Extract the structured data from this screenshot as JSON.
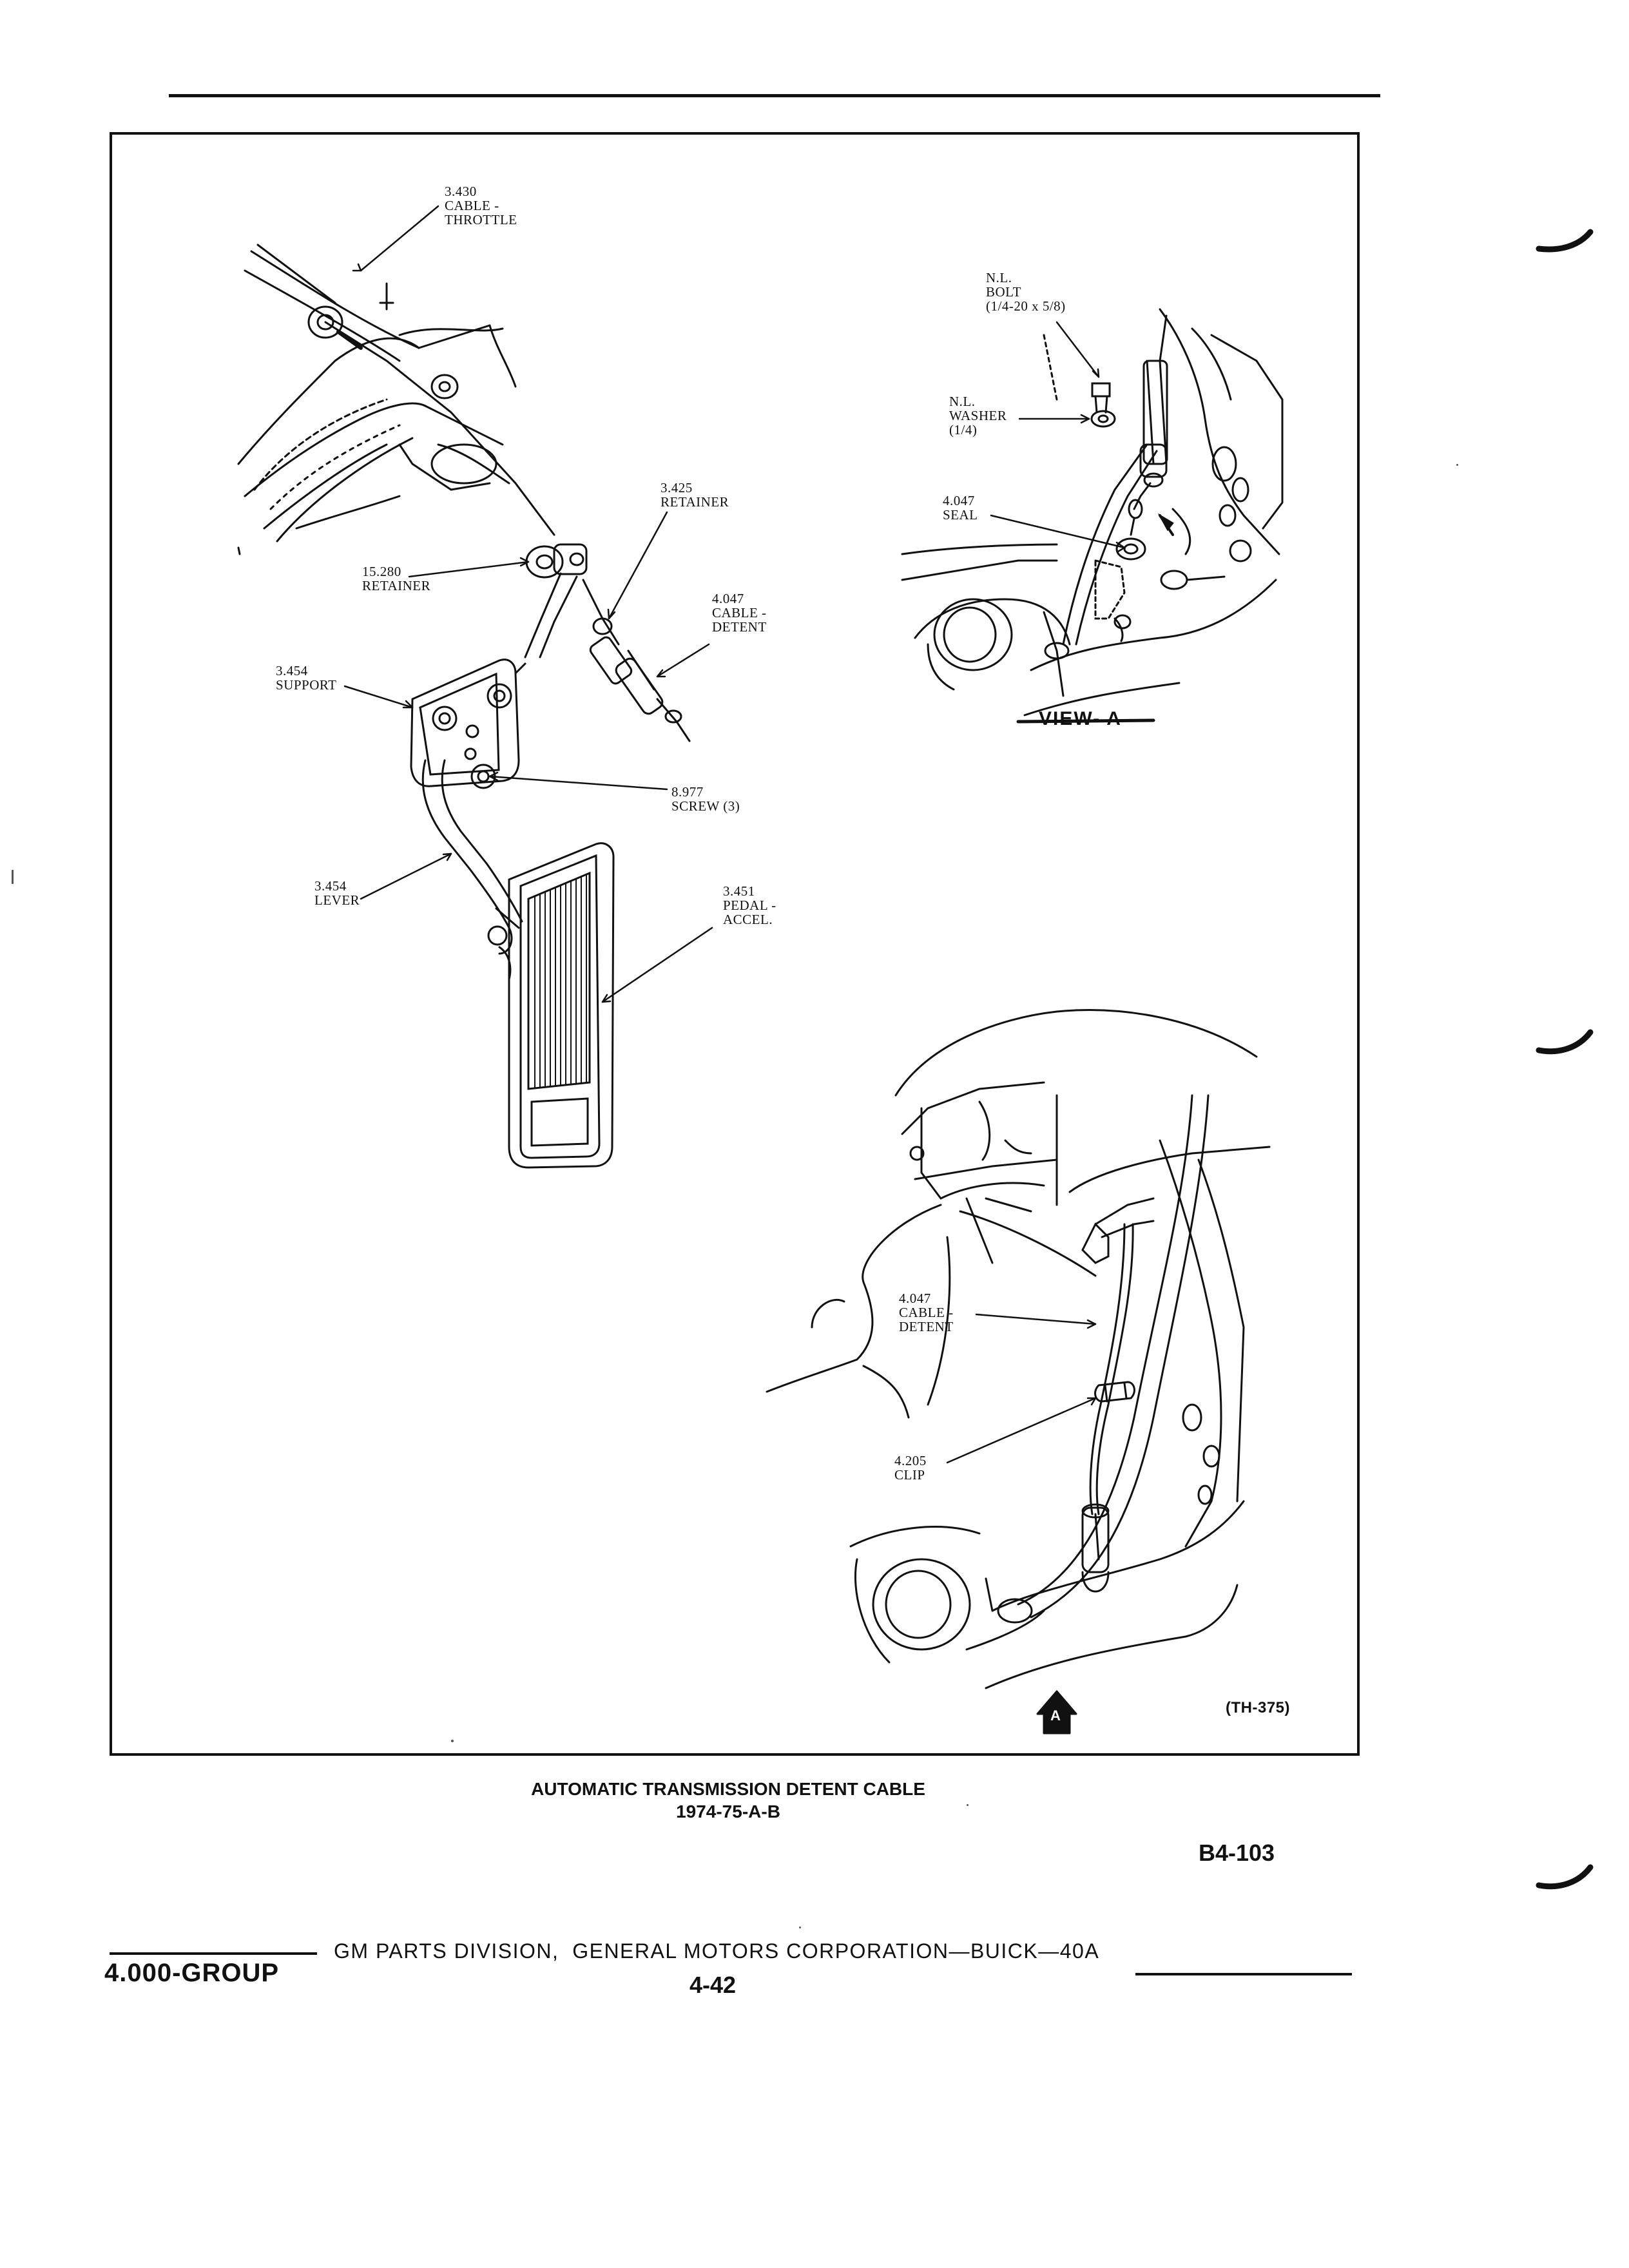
{
  "labels": {
    "cable_throttle": "3.430\nCABLE -\nTHROTTLE",
    "retainer_3425": "3.425\nRETAINER",
    "retainer_15280": "15.280\nRETAINER",
    "cable_detent_top": "4.047\nCABLE -\nDETENT",
    "support": "3.454\nSUPPORT",
    "screw": "8.977\nSCREW (3)",
    "lever": "3.454\nLEVER",
    "pedal": "3.451\nPEDAL -\nACCEL.",
    "bolt": "N.L.\nBOLT\n(1/4-20 x 5/8)",
    "washer": "N.L.\nWASHER\n(1/4)",
    "seal": "4.047\nSEAL",
    "view_a": "VIEW- A",
    "cable_detent_bottom": "4.047\nCABLE -\nDETENT",
    "clip": "4.205\nCLIP",
    "view_a_arrow": "A",
    "ref_code": "(TH-375)"
  },
  "caption": {
    "title": "AUTOMATIC TRANSMISSION DETENT CABLE",
    "years": "1974-75-A-B"
  },
  "page_code": "B4-103",
  "footer": {
    "group": "4.000-GROUP",
    "publisher": "GM PARTS DIVISION,  GENERAL MOTORS CORPORATION—BUICK—40A",
    "page_number": "4-42"
  }
}
